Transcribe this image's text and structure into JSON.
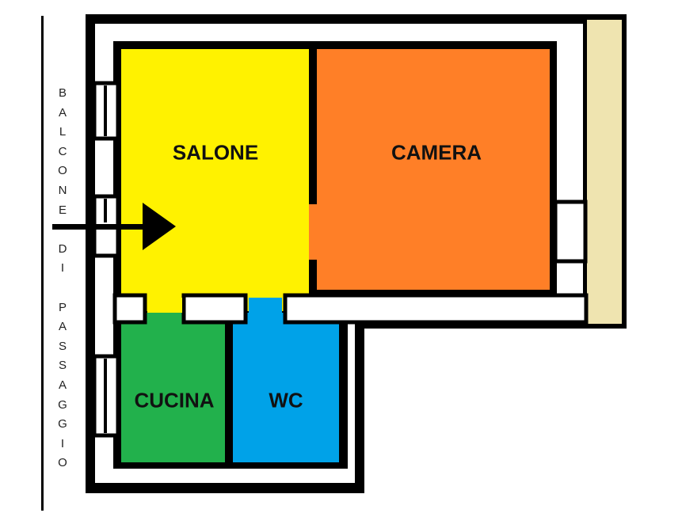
{
  "rooms": {
    "salone": {
      "label": "SALONE",
      "color": "#FFF200"
    },
    "camera": {
      "label": "CAMERA",
      "color": "#FF7F27"
    },
    "cucina": {
      "label": "CUCINA",
      "color": "#22B14C"
    },
    "wc": {
      "label": "WC",
      "color": "#00A2E8"
    }
  },
  "balcony": {
    "lines": [
      "BALCONE",
      "",
      "DI",
      "",
      "PASSAGGIO"
    ]
  },
  "colors": {
    "wall": "#000000",
    "terrace": "#EFE4B0",
    "background": "#FFFFFF"
  },
  "icons": {
    "entrance": "entrance-arrow-icon"
  }
}
